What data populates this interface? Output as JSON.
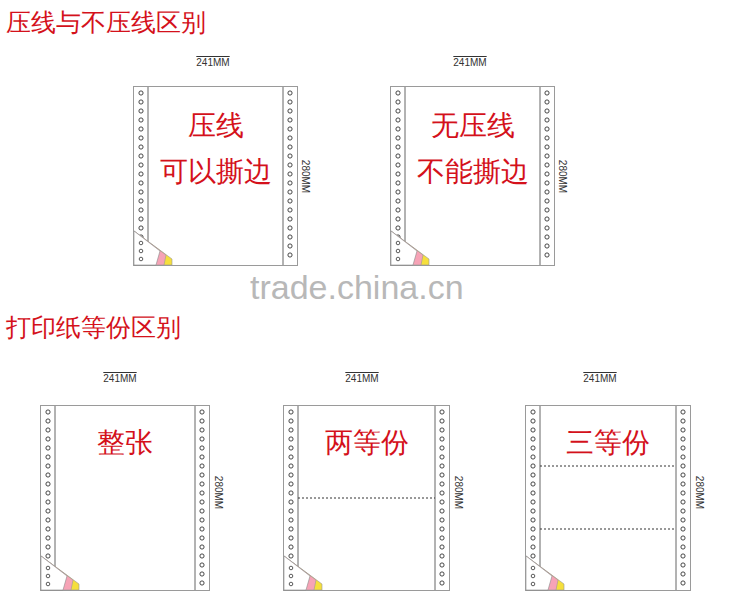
{
  "diagram": {
    "title": "压线与不压线区别",
    "nodes": [
      {
        "text": [
          "压线 可以撕边"
        ]
      },
      {
        "text": [
          "无压线 不能撕边"
        ]
      },
      {
        "text": [
          "整张"
        ]
      },
      {
        "text": [
          "两等份"
        ]
      },
      {
        "text": [
          "三等份"
        ]
      }
    ],
    "labels": [
      "241MM",
      "280MM",
      "241MM",
      "280MM",
      "trade.china.cn",
      "打印纸等份区别",
      "241MM",
      "280MM",
      "241MM",
      "280MM",
      "241MM",
      "280MM"
    ]
  }
}
